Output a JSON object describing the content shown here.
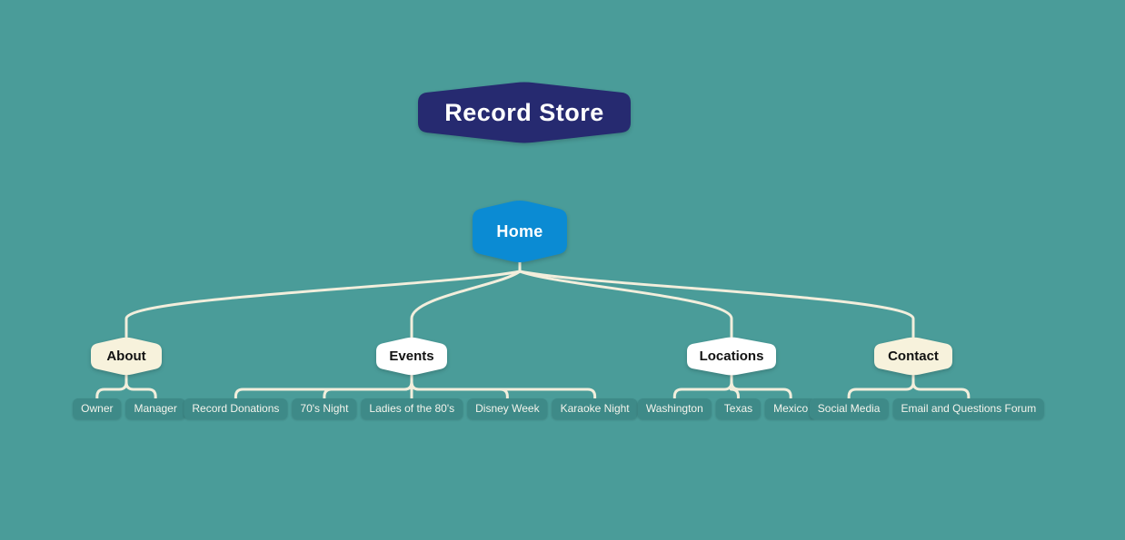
{
  "colors": {
    "background": "#4A9C99",
    "root_fill": "#262A70",
    "root_text": "#FFFFFF",
    "home_fill": "#0B8BD3",
    "home_text": "#FFFFFF",
    "branch_cream": "#F7F2DC",
    "branch_white": "#FFFFFF",
    "branch_text": "#121212",
    "pill_fill": "#3E8A88",
    "pill_text": "#F4F4EC",
    "line": "#F2EEDC"
  },
  "sitemap": {
    "root": {
      "label": "Record Store"
    },
    "home": {
      "label": "Home"
    },
    "branches": [
      {
        "id": "about",
        "label": "About",
        "children": [
          {
            "label": "Owner"
          },
          {
            "label": "Manager"
          }
        ]
      },
      {
        "id": "events",
        "label": "Events",
        "children": [
          {
            "label": "Record Donations"
          },
          {
            "label": "70's Night"
          },
          {
            "label": "Ladies of the 80's"
          },
          {
            "label": "Disney Week"
          },
          {
            "label": "Karaoke Night"
          }
        ]
      },
      {
        "id": "locations",
        "label": "Locations",
        "children": [
          {
            "label": "Washington"
          },
          {
            "label": "Texas"
          },
          {
            "label": "Mexico"
          }
        ]
      },
      {
        "id": "contact",
        "label": "Contact",
        "children": [
          {
            "label": "Social Media"
          },
          {
            "label": "Email and Questions Forum"
          }
        ]
      }
    ]
  }
}
